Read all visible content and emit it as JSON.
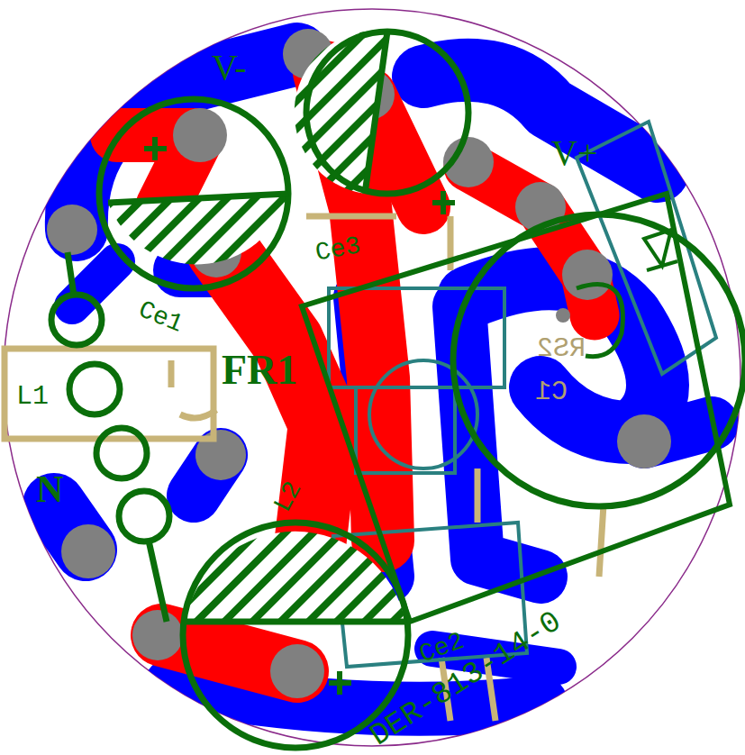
{
  "diagram": {
    "labels": [
      "V-",
      "V+",
      "N",
      "FR1",
      "Ce1",
      "Ce3",
      "L1",
      "L2",
      "Ce2",
      "DER-813-14-0",
      "RS2",
      "C1"
    ]
  }
}
